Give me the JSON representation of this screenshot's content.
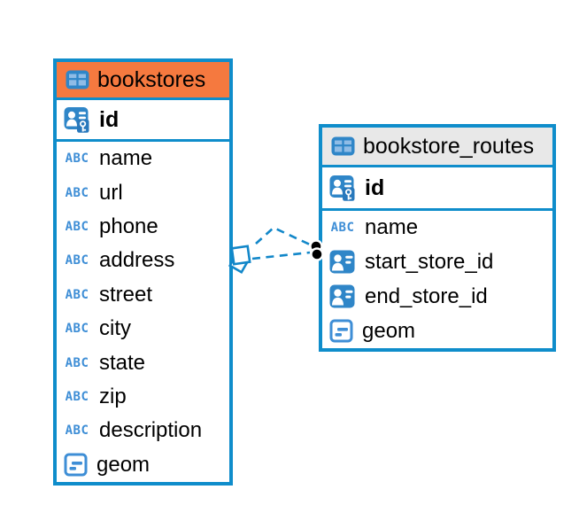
{
  "tables": {
    "bookstores": {
      "title": "bookstores",
      "pk_column": "id",
      "columns": [
        "name",
        "url",
        "phone",
        "address",
        "street",
        "city",
        "state",
        "zip",
        "description",
        "geom"
      ]
    },
    "routes": {
      "title": "bookstore_routes",
      "pk_column": "id",
      "columns": [
        "name",
        "start_store_id",
        "end_store_id",
        "geom"
      ]
    }
  },
  "icons": {
    "varchar_glyph": "ABC",
    "table": "table-grid-icon",
    "primary_key": "person-with-key-icon",
    "reference": "person-card-icon",
    "geometry": "geometry-lines-icon"
  },
  "relationship": {
    "from_table": "bookstores",
    "to_table": "bookstore_routes",
    "style": "dashed",
    "endpoints": "two black dots at bookstore_routes, stacked square marker at bookstores"
  },
  "colors": {
    "canvas-bg": "#FFFFFF",
    "table-border": "#0F8DCB",
    "bookstores-header": "#F5793F",
    "routes-header": "#E8E8E8",
    "icon-blue": "#2F86C8",
    "icon-blue-dark": "#2878BC",
    "icon-cell-blue": "#8FBCE6",
    "abc-blue": "#3E8ED6",
    "connector-blue": "#1287C9",
    "dot-black": "#000000"
  }
}
